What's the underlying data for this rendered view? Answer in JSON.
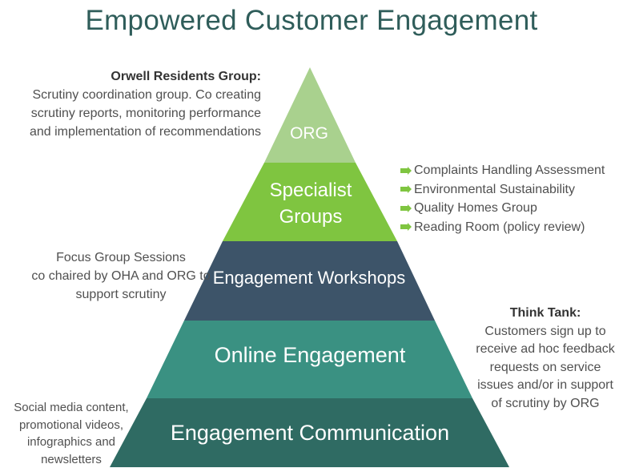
{
  "title": "Empowered Customer Engagement",
  "colors": {
    "title": "#2f5d5a",
    "tier_org": "#a9d18e",
    "tier_specialist": "#7fc540",
    "tier_workshops": "#3d5469",
    "tier_online": "#3a9182",
    "tier_communication": "#2f6b63",
    "bullet_arrow": "#7fc540"
  },
  "tiers": {
    "org": "ORG",
    "specialist_line1": "Specialist",
    "specialist_line2": "Groups",
    "workshops": "Engagement Workshops",
    "online": "Online Engagement",
    "communication": "Engagement Communication"
  },
  "notes": {
    "orwell": {
      "heading": "Orwell Residents Group:",
      "lines": [
        "Scrutiny coordination group. Co creating",
        "scrutiny reports, monitoring performance",
        "and implementation of recommendations"
      ]
    },
    "specialist_list": [
      "Complaints Handling Assessment",
      "Environmental Sustainability",
      "Quality Homes Group",
      "Reading Room (policy review)"
    ],
    "focus": {
      "lines": [
        "Focus Group Sessions",
        "co chaired by OHA and ORG  to",
        "support scrutiny"
      ]
    },
    "think_tank": {
      "heading": "Think Tank:",
      "lines": [
        "Customers sign up to",
        "receive ad hoc feedback",
        "requests on service",
        "issues and/or in support",
        "of scrutiny by ORG"
      ]
    },
    "social": {
      "lines": [
        "Social media content,",
        "promotional videos,",
        "infographics and",
        "newsletters"
      ]
    }
  }
}
